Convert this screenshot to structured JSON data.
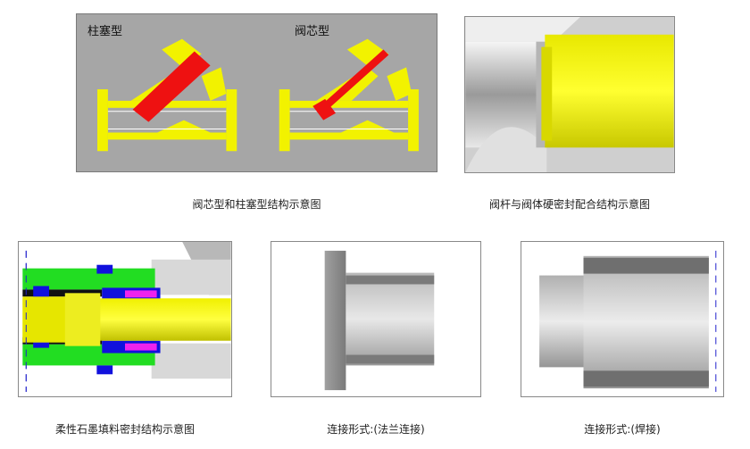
{
  "figures": {
    "valve_types": {
      "label_left": "柱塞型",
      "label_right": "阀芯型",
      "caption": "阀芯型和柱塞型结构示意图"
    },
    "stem_seal": {
      "caption": "阀杆与阀体硬密封配合结构示意图"
    },
    "graphite_packing": {
      "caption": "柔性石墨填料密封结构示意图"
    },
    "flange_connection": {
      "caption": "连接形式:(法兰连接)"
    },
    "weld_connection": {
      "caption": "连接形式:(焊接)"
    }
  },
  "colors": {
    "body_yellow": "#f2f200",
    "core_red": "#ee1111",
    "panel_gray": "#a6a6a6",
    "packing_green": "#22dd22",
    "packing_blue": "#1111dd",
    "packing_magenta": "#ee22ee",
    "metal_gray": "#8a8a8a"
  }
}
